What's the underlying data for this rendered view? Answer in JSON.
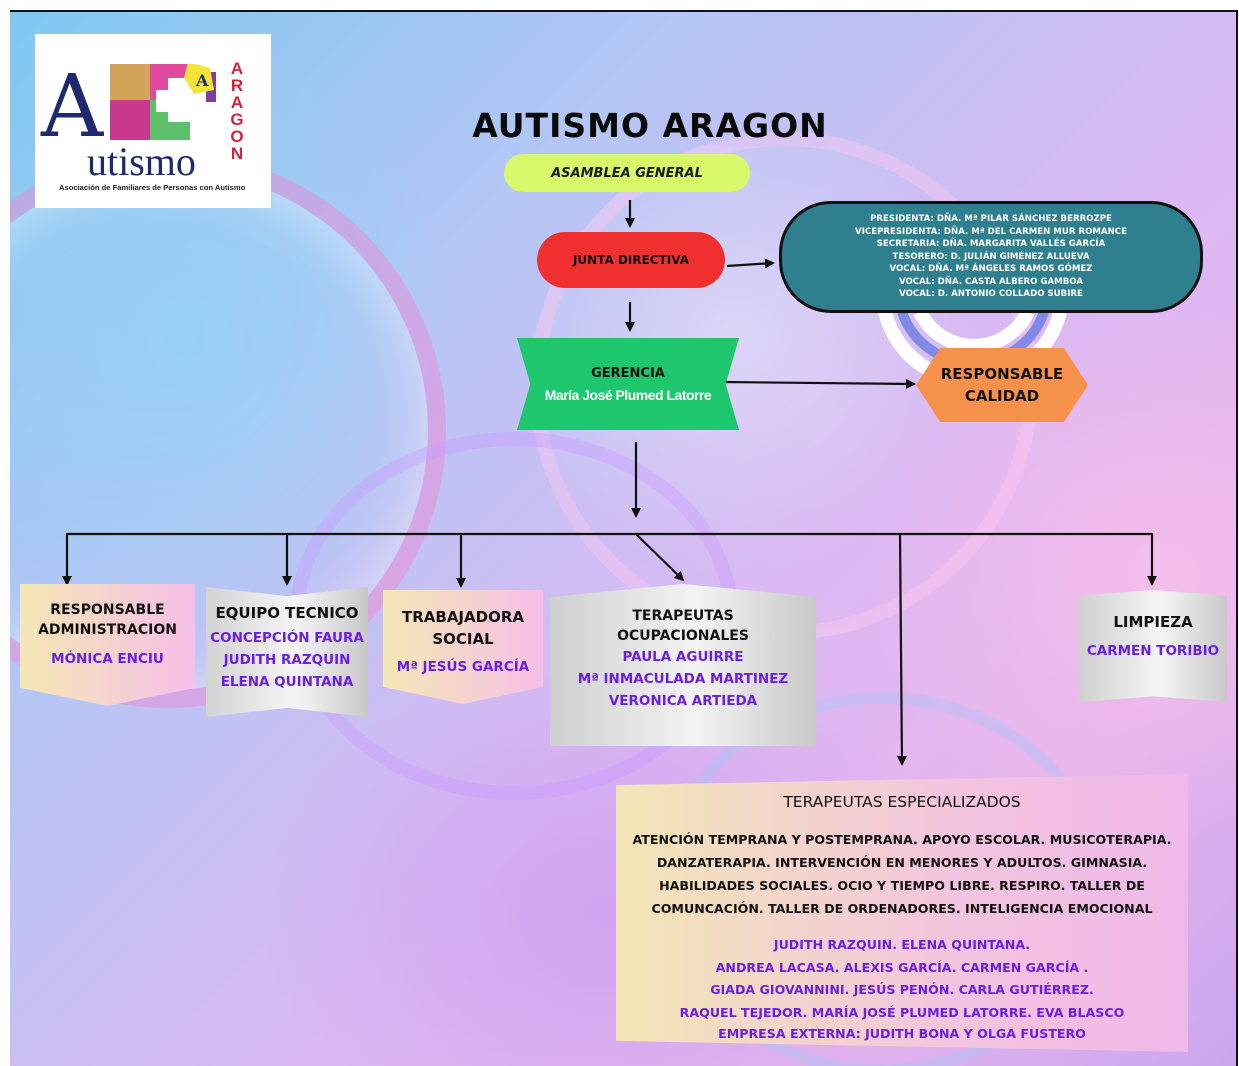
{
  "logo": {
    "word": "utismo",
    "aragon": "ARAGON",
    "subtitle": "Asociación de Familiares de Personas con Autismo"
  },
  "title": "AUTISMO ARAGON",
  "asamblea": "ASAMBLEA GENERAL",
  "junta": "JUNTA DIRECTIVA",
  "board": [
    "PRESIDENTA: DÑA. Mª PILAR SÁNCHEZ BERROZPE",
    "VICEPRESIDENTA: DÑA. Mª  DEL CARMEN MUR ROMANCE",
    "SECRETARIA: DÑA. MARGARITA VALLÉS GARCÍA",
    "TESORERO: D. JULIÁN GIMÉNEZ ALLUEVA",
    "VOCAL: DÑA. Mª ÁNGELES RAMOS GÓMEZ",
    "VOCAL: DÑA. CASTA ALBERO GAMBOA",
    "VOCAL: D. ANTONIO COLLADO SUBIRE"
  ],
  "gerencia": {
    "title": "GERENCIA",
    "name": "María José Plumed Latorre"
  },
  "calidad": [
    "RESPONSABLE",
    "CALIDAD"
  ],
  "departments": {
    "admin": {
      "title": [
        "RESPONSABLE",
        "ADMINISTRACION"
      ],
      "names": [
        "MÓNICA ENCIU"
      ]
    },
    "equipo": {
      "title": [
        "EQUIPO TECNICO"
      ],
      "names": [
        "CONCEPCIÓN FAURA",
        "JUDITH RAZQUIN",
        "ELENA QUINTANA"
      ]
    },
    "trabajadora": {
      "title": [
        "TRABAJADORA",
        "SOCIAL"
      ],
      "names": [
        "Mª JESÚS GARCÍA"
      ]
    },
    "terapeutas": {
      "title": [
        "TERAPEUTAS",
        "OCUPACIONALES"
      ],
      "names": [
        "PAULA AGUIRRE",
        "Mª INMACULADA MARTINEZ",
        "VERONICA ARTIEDA"
      ]
    },
    "limpieza": {
      "title": [
        "LIMPIEZA"
      ],
      "names": [
        "CARMEN TORIBIO"
      ]
    }
  },
  "especializados": {
    "title": "TERAPEUTAS ESPECIALIZADOS",
    "description": [
      "ATENCIÓN TEMPRANA Y POSTEMPRANA. APOYO ESCOLAR. MUSICOTERAPIA.",
      "DANZATERAPIA. INTERVENCIÓN EN MENORES Y ADULTOS. GIMNASIA.",
      "HABILIDADES SOCIALES. OCIO Y TIEMPO LIBRE. RESPIRO. TALLER DE",
      "COMUNCACIÓN. TALLER DE ORDENADORES. INTELIGENCIA EMOCIONAL"
    ],
    "names": [
      "JUDITH RAZQUIN. ELENA QUINTANA.",
      "ANDREA LACASA.  ALEXIS GARCÍA.  CARMEN GARCÍA .",
      "GIADA GIOVANNINI. JESÚS PENÓN.  CARLA GUTIÉRREZ.",
      "RAQUEL TEJEDOR. MARÍA JOSÉ PLUMED LATORRE. EVA BLASCO",
      "EMPRESA EXTERNA:   JUDITH BONA  Y OLGA FUSTERO"
    ]
  },
  "colors": {
    "asamblea": "#d9f76a",
    "junta": "#f0302f",
    "board": "#2f7f8e",
    "gerencia": "#1ec76e",
    "calidad": "#f5914a",
    "names": "#6a1fe0"
  }
}
